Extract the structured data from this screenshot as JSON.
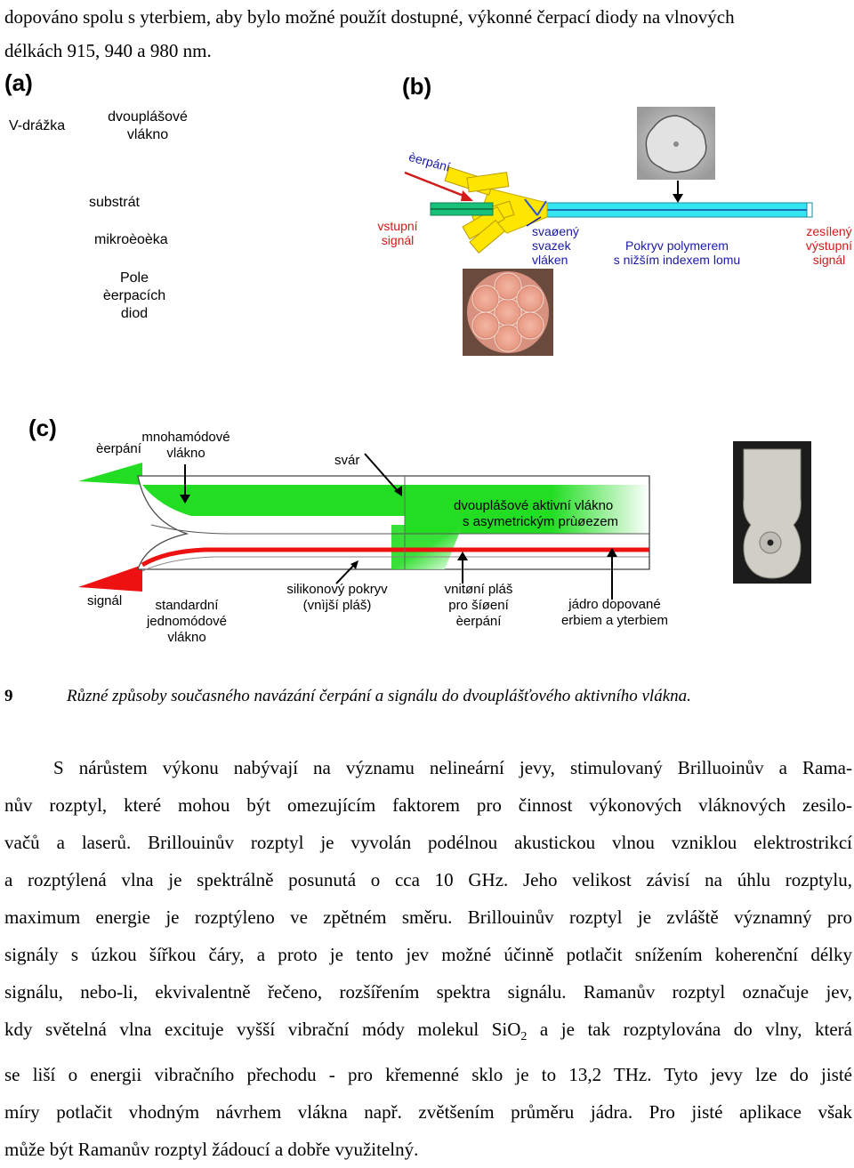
{
  "intro_lines": [
    "dopováno spolu s yterbiem, aby bylo možné použít dostupné, výkonné čerpací diody na vlnových",
    "délkách 915, 940 a 980 nm."
  ],
  "figure": {
    "panel_a": {
      "letter": "(a)",
      "labels": {
        "vdrazka": "V-drážka",
        "dvouplast_1": "dvouplášové",
        "dvouplast_2": "vlákno",
        "substrat": "substrát",
        "mikrococka": "mikroèoèka",
        "pole_1": "Pole",
        "pole_2": "èerpacích",
        "pole_3": "diod"
      }
    },
    "panel_b": {
      "letter": "(b)",
      "labels": {
        "cerpani": "èerpání",
        "vstupni_1": "vstupní",
        "vstupni_2": "signál",
        "svazek_1": "svaøený",
        "svazek_2": "svazek",
        "svazek_3": "vláken",
        "pokryv_1": "Pokryv polymerem",
        "pokryv_2": "s nižším indexem lomu",
        "zesileny_1": "zesílený",
        "zesileny_2": "výstupní",
        "zesileny_3": "signál"
      }
    },
    "panel_c": {
      "letter": "(c)",
      "labels": {
        "cerpani": "èerpání",
        "mnohamodove_1": "mnohamódové",
        "mnohamodove_2": "vlákno",
        "svar": "svár",
        "aktivni_1": "dvouplášové  aktivní vlákno",
        "aktivni_2": "s asymetrickým prùøezem",
        "signal": "signál",
        "standardni_1": "standardní",
        "standardni_2": "jednomódové",
        "standardni_3": "vlákno",
        "silikon_1": "silikonový pokryv",
        "silikon_2": "(vnìjší pláš)",
        "vnitrni_1": "vnitøní pláš",
        "vnitrni_2": "pro šíøení",
        "vnitrni_3": "èerpání",
        "jadro_1": "jádro dopované",
        "jadro_2": "erbiem a yterbiem"
      }
    },
    "caption_number": "9",
    "caption_text": "Různé způsoby současného navázání čerpání a signálu do dvouplášťového aktivního vlákna."
  },
  "paragraph_lines": [
    "S nárůstem výkonu nabývají na významu nelineární jevy, stimulovaný Brilluoinův a Rama-",
    "nův rozptyl, které mohou být omezujícím faktorem pro činnost výkonových vláknových zesilo-",
    "vačů a laserů. Brillouinův rozptyl je vyvolán podélnou akustickou vlnou vzniklou elektrostrikcí",
    "a rozptýlená vlna je spektrálně posunutá o cca 10 GHz. Jeho velikost závisí na úhlu rozptylu,",
    "maximum energie je rozptýleno ve zpětném směru. Brillouinův rozptyl je zvláště významný pro",
    "signály s úzkou šířkou čáry, a proto je tento jev možné účinně potlačit snížením koherenční délky",
    "signálu, nebo-li, ekvivalentně řečeno, rozšířením spektra signálu. Ramanův rozptyl označuje jev,",
    "kdy světelná vlna excituje vyšší vibrační módy molekul SiO",
    "se liší o energii vibračního přechodu - pro křemenné sklo je to 13,2 THz. Tyto jevy lze do jisté",
    "míry potlačit vhodným návrhem vlákna např. zvětšením průměru jádra. Pro jisté aplikace však",
    "může být Ramanův rozptyl žádoucí a dobře využitelný."
  ],
  "sio2_subscript": "2",
  "sio2_tail": " a je tak rozptylována do vlny, která"
}
